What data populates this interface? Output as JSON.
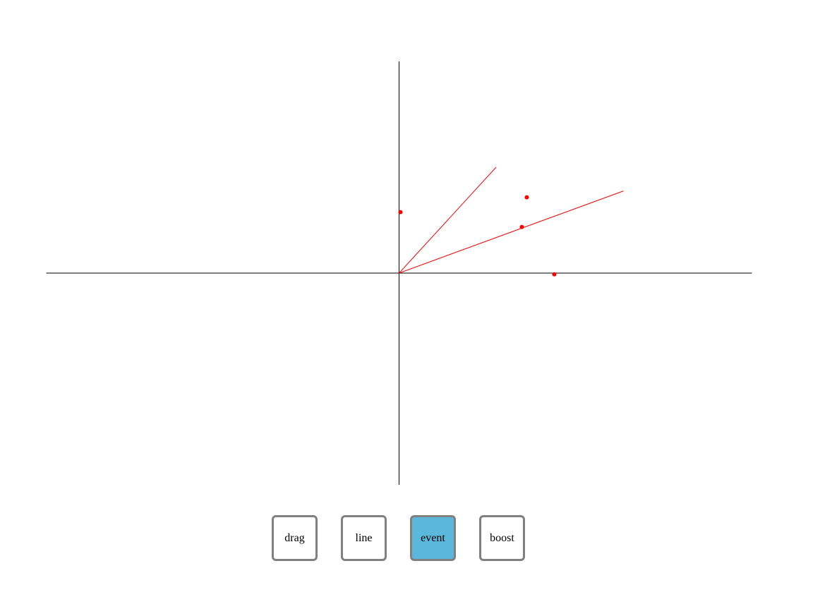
{
  "colors": {
    "axis": "#000000",
    "line": "#ff0000",
    "point": "#ff0000",
    "button_border": "#808080",
    "button_active_bg": "#5bb8dc",
    "button_bg": "#ffffff"
  },
  "toolbar": {
    "buttons": [
      {
        "id": "drag",
        "label": "drag",
        "active": false
      },
      {
        "id": "line",
        "label": "line",
        "active": false
      },
      {
        "id": "event",
        "label": "event",
        "active": true
      },
      {
        "id": "boost",
        "label": "boost",
        "active": false
      }
    ]
  },
  "diagram": {
    "axes": {
      "x_range": [
        -1,
        1
      ],
      "y_range": [
        -1,
        1
      ]
    },
    "lines": [
      {
        "from": [
          0,
          0
        ],
        "to": [
          0.275,
          0.5
        ]
      },
      {
        "from": [
          0,
          0
        ],
        "to": [
          0.636,
          0.388
        ]
      }
    ],
    "points": [
      {
        "x": 0.004,
        "y": 0.288
      },
      {
        "x": 0.362,
        "y": 0.358
      },
      {
        "x": 0.348,
        "y": 0.218
      },
      {
        "x": 0.44,
        "y": -0.006
      }
    ]
  }
}
